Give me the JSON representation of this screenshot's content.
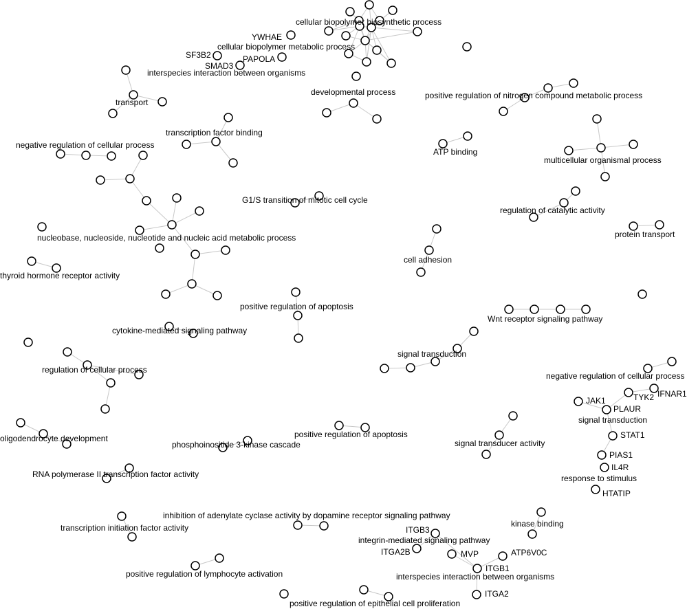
{
  "colors": {
    "node_fill": "#ffffff",
    "node_stroke": "#000000",
    "edge": "#c8c8c8",
    "text": "#000000"
  },
  "labels": [
    "cellular biopolymer biosynthetic process",
    "YWHAE",
    "cellular biopolymer metabolic process",
    "SF3B2",
    "PAPOLA",
    "SMAD3",
    "interspecies interaction between organisms",
    "transport",
    "developmental process",
    "positive regulation of nitrogen compound metabolic process",
    "transcription factor binding",
    "negative regulation of cellular process",
    "ATP binding",
    "multicellular organismal process",
    "G1/S transition of mitotic cell cycle",
    "regulation of catalytic activity",
    "protein transport",
    "nucleobase, nucleoside, nucleotide and nucleic acid metabolic process",
    "cell adhesion",
    "thyroid hormone receptor activity",
    "positive regulation of apoptosis",
    "Wnt receptor signaling pathway",
    "cytokine-mediated signaling pathway",
    "signal transduction",
    "regulation of cellular process",
    "negative regulation of cellular process",
    "IFNAR1",
    "TYK2",
    "JAK1",
    "PLAUR",
    "signal transduction",
    "STAT1",
    "oligodendrocyte development",
    "positive regulation of apoptosis",
    "phosphoinositide 3-kinase cascade",
    "signal transducer activity",
    "PIAS1",
    "IL4R",
    "RNA polymerase II transcription factor activity",
    "response to stimulus",
    "HTATIP",
    "inhibition of adenylate cyclase activity by dopamine receptor signaling pathway",
    "kinase binding",
    "transcription initiation factor activity",
    "ITGB3",
    "integrin-mediated signaling pathway",
    "ITGA2B",
    "MVP",
    "ATP6V0C",
    "ITGB1",
    "positive regulation of lymphocyte activation",
    "interspecies interaction between organisms",
    "ITGA2",
    "positive regulation of epithelial cell proliferation"
  ]
}
